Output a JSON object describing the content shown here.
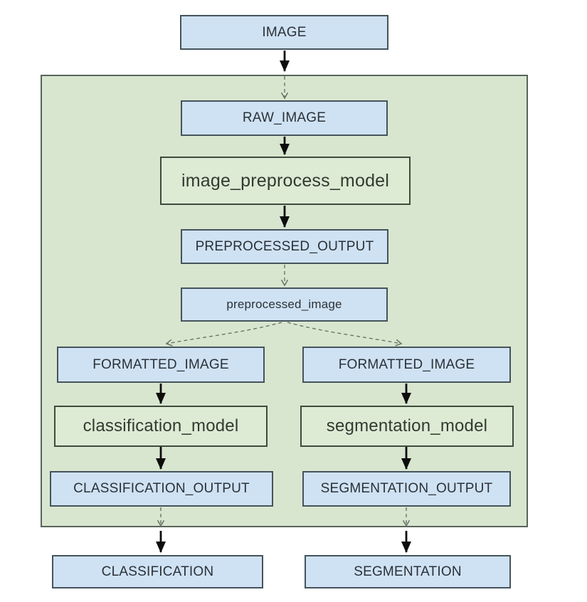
{
  "diagram": {
    "type": "flowchart",
    "nodes": {
      "image": "IMAGE",
      "raw_image": "RAW_IMAGE",
      "image_preprocess_model": "image_preprocess_model",
      "preprocessed_output": "PREPROCESSED_OUTPUT",
      "preprocessed_image": "preprocessed_image",
      "formatted_image_left": "FORMATTED_IMAGE",
      "formatted_image_right": "FORMATTED_IMAGE",
      "classification_model": "classification_model",
      "segmentation_model": "segmentation_model",
      "classification_output": "CLASSIFICATION_OUTPUT",
      "segmentation_output": "SEGMENTATION_OUTPUT",
      "classification": "CLASSIFICATION",
      "segmentation": "SEGMENTATION"
    },
    "edges": [
      {
        "from": "IMAGE",
        "to": "RAW_IMAGE",
        "style": "solid-then-dashed"
      },
      {
        "from": "RAW_IMAGE",
        "to": "image_preprocess_model",
        "style": "solid"
      },
      {
        "from": "image_preprocess_model",
        "to": "PREPROCESSED_OUTPUT",
        "style": "solid"
      },
      {
        "from": "PREPROCESSED_OUTPUT",
        "to": "preprocessed_image",
        "style": "dashed"
      },
      {
        "from": "preprocessed_image",
        "to": "FORMATTED_IMAGE (left)",
        "style": "dashed"
      },
      {
        "from": "preprocessed_image",
        "to": "FORMATTED_IMAGE (right)",
        "style": "dashed"
      },
      {
        "from": "FORMATTED_IMAGE (left)",
        "to": "classification_model",
        "style": "solid"
      },
      {
        "from": "classification_model",
        "to": "CLASSIFICATION_OUTPUT",
        "style": "solid"
      },
      {
        "from": "CLASSIFICATION_OUTPUT",
        "to": "CLASSIFICATION",
        "style": "dashed-then-solid"
      },
      {
        "from": "FORMATTED_IMAGE (right)",
        "to": "segmentation_model",
        "style": "solid"
      },
      {
        "from": "segmentation_model",
        "to": "SEGMENTATION_OUTPUT",
        "style": "solid"
      },
      {
        "from": "SEGMENTATION_OUTPUT",
        "to": "SEGMENTATION",
        "style": "dashed-then-solid"
      }
    ],
    "colors": {
      "data_node_fill": "#cfe2f3",
      "data_node_border": "#45535c",
      "model_node_fill": "#ddebd5",
      "model_node_border": "#3d4b3d",
      "container_fill": "#d8e6cf",
      "container_border": "#59645a",
      "solid_arrow": "#0d0d0d",
      "dashed_arrow": "#6b746b",
      "node_text": "#2b3037",
      "model_text": "#333a30",
      "background": "#ffffff"
    }
  }
}
